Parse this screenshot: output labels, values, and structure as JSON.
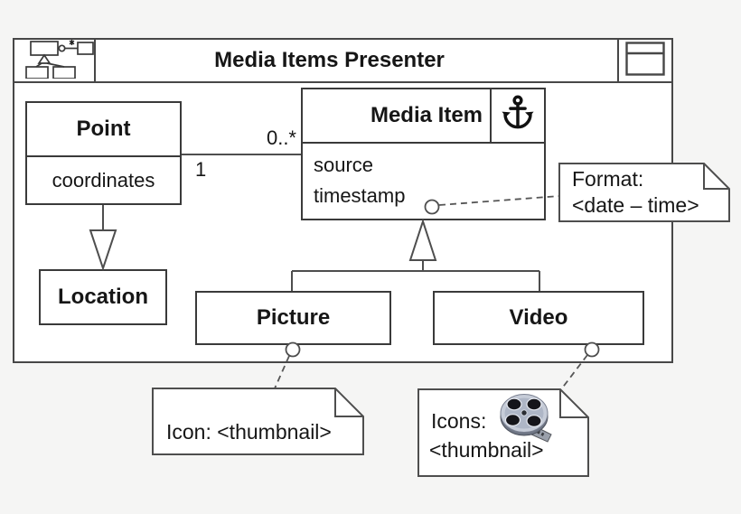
{
  "colors": {
    "background": "#f5f5f4",
    "surface": "#ffffff",
    "line": "#3a3a3a",
    "text": "#161616"
  },
  "window": {
    "title": "Media Items Presenter",
    "titlebar_left_icon": "class-diagram-icon",
    "titlebar_right_icon": "window-icon"
  },
  "classes": {
    "point": {
      "name": "Point",
      "attributes": [
        "coordinates"
      ]
    },
    "media_item": {
      "name": "Media Item",
      "attributes": [
        "source",
        "timestamp"
      ],
      "icon": "anchor-icon"
    },
    "location": {
      "name": "Location"
    },
    "picture": {
      "name": "Picture"
    },
    "video": {
      "name": "Video"
    }
  },
  "relationships": [
    {
      "type": "association",
      "from": "Point",
      "to": "Media Item",
      "from_multiplicity": "1",
      "to_multiplicity": "0..*"
    },
    {
      "type": "directed-arrow",
      "from": "Point",
      "to": "Location"
    },
    {
      "type": "generalization",
      "parent": "Media Item",
      "children": [
        "Picture",
        "Video"
      ]
    },
    {
      "type": "note-attachment",
      "note": "format",
      "to": "timestamp"
    },
    {
      "type": "note-attachment",
      "note": "picture_icon",
      "to": "Picture"
    },
    {
      "type": "note-attachment",
      "note": "video_icons",
      "to": "Video"
    }
  ],
  "notes": {
    "format": {
      "lines": [
        "Format:",
        "<date – time>"
      ]
    },
    "picture_icon": {
      "lines": [
        "Icon: <thumbnail>"
      ]
    },
    "video_icons": {
      "lines": [
        "Icons:",
        "<thumbnail>"
      ],
      "icon": "film-reel-icon"
    }
  }
}
